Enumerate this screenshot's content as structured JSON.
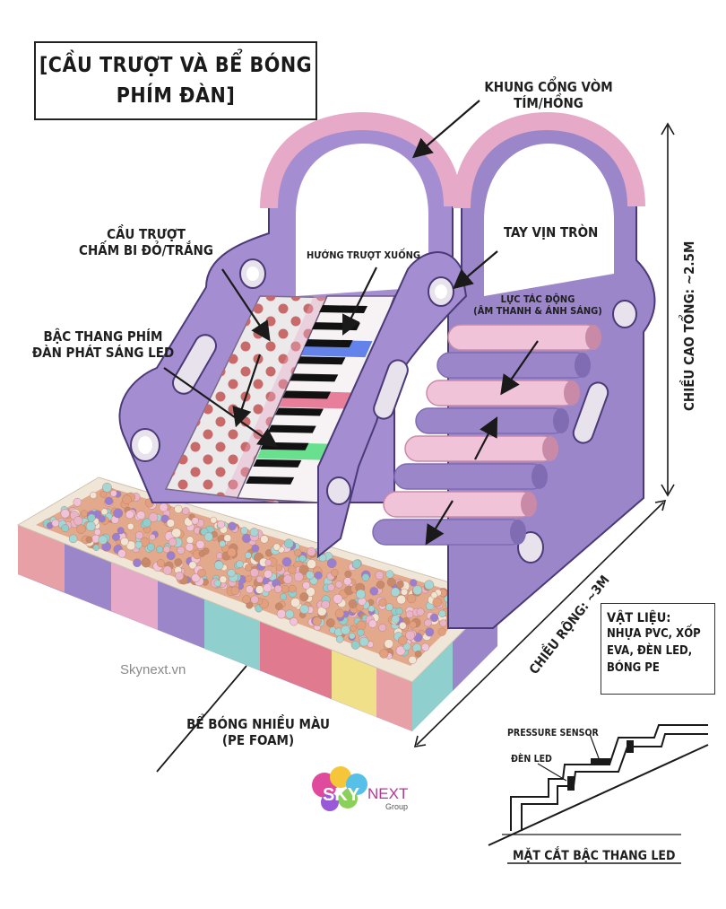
{
  "title": {
    "line1": "[CẦU TRƯỢT VÀ BỂ BÓNG",
    "line2": "PHÍM ĐÀN]"
  },
  "callouts": {
    "arch": [
      "KHUNG CỔNG VÒM",
      "TÍM/HỒNG"
    ],
    "slide": [
      "CẦU TRƯỢT",
      "CHẤM BI ĐỎ/TRẮNG"
    ],
    "slide_direction": "HƯỚNG TRƯỢT XUỐNG",
    "handrail": "TAY VỊN TRÒN",
    "impact": [
      "LỰC TÁC ĐỘNG",
      "(ÂM THANH & ÁNH SÁNG)"
    ],
    "led_steps": [
      "BẬC THANG PHÍM",
      "ĐÀN PHÁT SÁNG LED"
    ],
    "ball_pit": [
      "BỂ BÓNG NHIỀU MÀU",
      "(PE FOAM)"
    ]
  },
  "dimensions": {
    "height": "CHIỀU CAO TỔNG: ~2.5M",
    "width": "CHIỀU RỘNG: ~3M"
  },
  "materials": {
    "title": "VẬT LIỆU:",
    "lines": [
      "NHỰA PVC, XỐP",
      "EVA, ĐÈN LED,",
      "BÓNG PE"
    ]
  },
  "watermark": "Skynext.vn",
  "logo": {
    "text_sky": "SKY",
    "text_next": "NEXT",
    "text_group": "Group"
  },
  "cross_section": {
    "sensor": "PRESSURE SENSOR",
    "led": "ĐÈN LED",
    "caption": "MẶT CẮT BẬC THANG LED"
  },
  "colors": {
    "purple": "#9b86c9",
    "purple_dark": "#7f6cb3",
    "pink": "#e6a9c7",
    "pink_light": "#f0c3d8",
    "slide_dot": "#c96a6a",
    "led_blue": "#4a6ee8",
    "led_red": "#e56a8a",
    "led_green": "#4fdc7a"
  }
}
